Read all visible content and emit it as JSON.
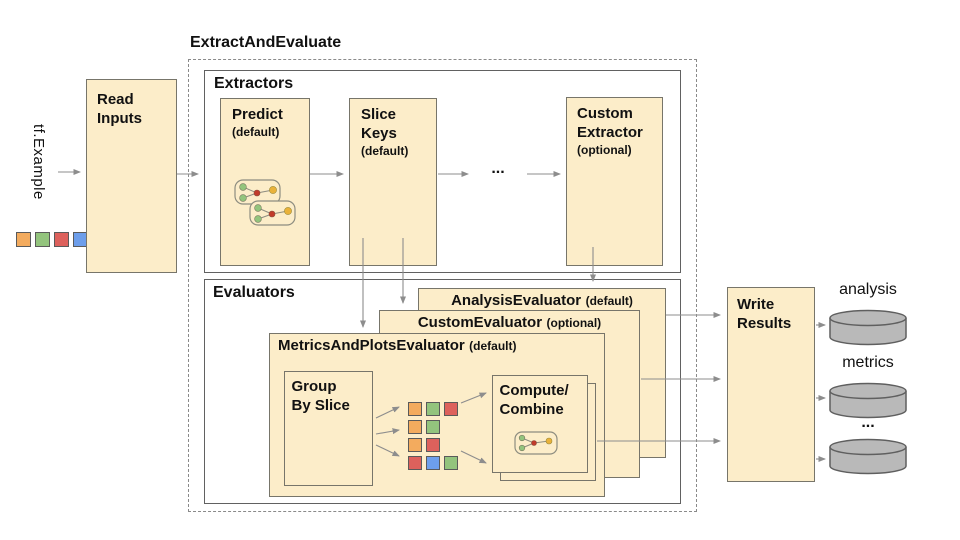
{
  "palette": {
    "box-fill": "#fcedc9",
    "box-border": "#77756a",
    "section-border": "#616161",
    "dashed-border": "#8a8a8a",
    "arrow": "#8f8f8f",
    "orange": "#f3ab5e",
    "green": "#93c47d",
    "red": "#dd615c",
    "blue": "#6d9eeb",
    "node-red": "#c13b2a",
    "node-yellow": "#e9b23a",
    "cylinder-fill": "#b9b9b9",
    "cylinder-border": "#5f5f5f"
  },
  "pipeline": {
    "title": "ExtractAndEvaluate",
    "input_label": "tf.Example",
    "input_squares": [
      "orange",
      "green",
      "red",
      "blue"
    ],
    "read_inputs_label": "Read\nInputs",
    "extractors": {
      "section_label": "Extractors",
      "predict_title": "Predict",
      "predict_sub": "(default)",
      "slice_keys_title": "Slice\nKeys",
      "slice_keys_sub": "(default)",
      "ellipsis": "...",
      "custom_title": "Custom\nExtractor",
      "custom_sub": "(optional)"
    },
    "evaluators": {
      "section_label": "Evaluators",
      "analysis_title": "AnalysisEvaluator",
      "analysis_sub": "(default)",
      "custom_title": "CustomEvaluator",
      "custom_sub": "(optional)",
      "metrics_title": "MetricsAndPlotsEvaluator",
      "metrics_sub": "(default)",
      "group_by_slice_label": "Group\nBy Slice",
      "slice_grid": [
        [
          "orange",
          "green",
          "red"
        ],
        [
          "orange",
          "green"
        ],
        [
          "orange",
          "red"
        ],
        [
          "red",
          "blue",
          "green"
        ]
      ],
      "compute_combine_label": "Compute/\nCombine"
    },
    "write_results_label": "Write\nResults",
    "outputs": [
      "analysis",
      "metrics",
      "..."
    ]
  }
}
